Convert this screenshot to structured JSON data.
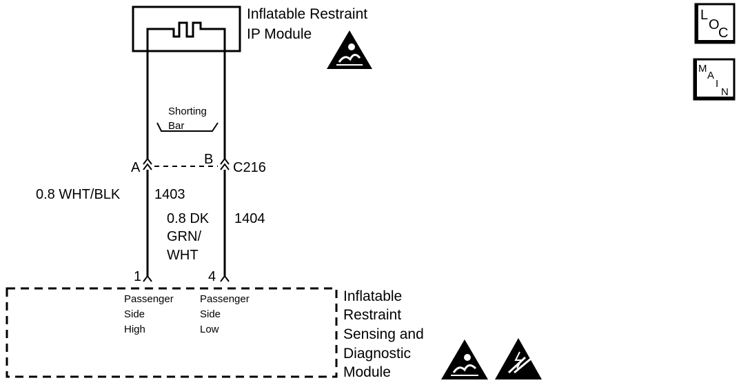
{
  "ip_module": {
    "title_line1": "Inflatable Restraint",
    "title_line2": "IP Module"
  },
  "shorting_bar": {
    "line1": "Shorting",
    "line2": "Bar"
  },
  "connector": {
    "name": "C216",
    "pin_a": "A",
    "pin_b": "B"
  },
  "wire_left": {
    "spec": "0.8 WHT/BLK",
    "circuit": "1403"
  },
  "wire_right": {
    "spec_line1": "0.8 DK",
    "spec_line2": "GRN/",
    "spec_line3": "WHT",
    "circuit": "1404"
  },
  "sdm": {
    "pin_1": "1",
    "pin_4": "4",
    "terminal_1": {
      "line1": "Passenger",
      "line2": "Side",
      "line3": "High"
    },
    "terminal_4": {
      "line1": "Passenger",
      "line2": "Side",
      "line3": "Low"
    },
    "title_line1": "Inflatable",
    "title_line2": "Restraint",
    "title_line3": "Sensing and",
    "title_line4": "Diagnostic",
    "title_line5": "Module"
  },
  "nav": {
    "loc": {
      "l1": "L",
      "l2": "O",
      "l3": "C"
    },
    "main": {
      "l1": "M",
      "l2": "A",
      "l3": "I",
      "l4": "N"
    }
  },
  "icons": [
    "airbag-warning-icon",
    "esd-warning-icon"
  ]
}
